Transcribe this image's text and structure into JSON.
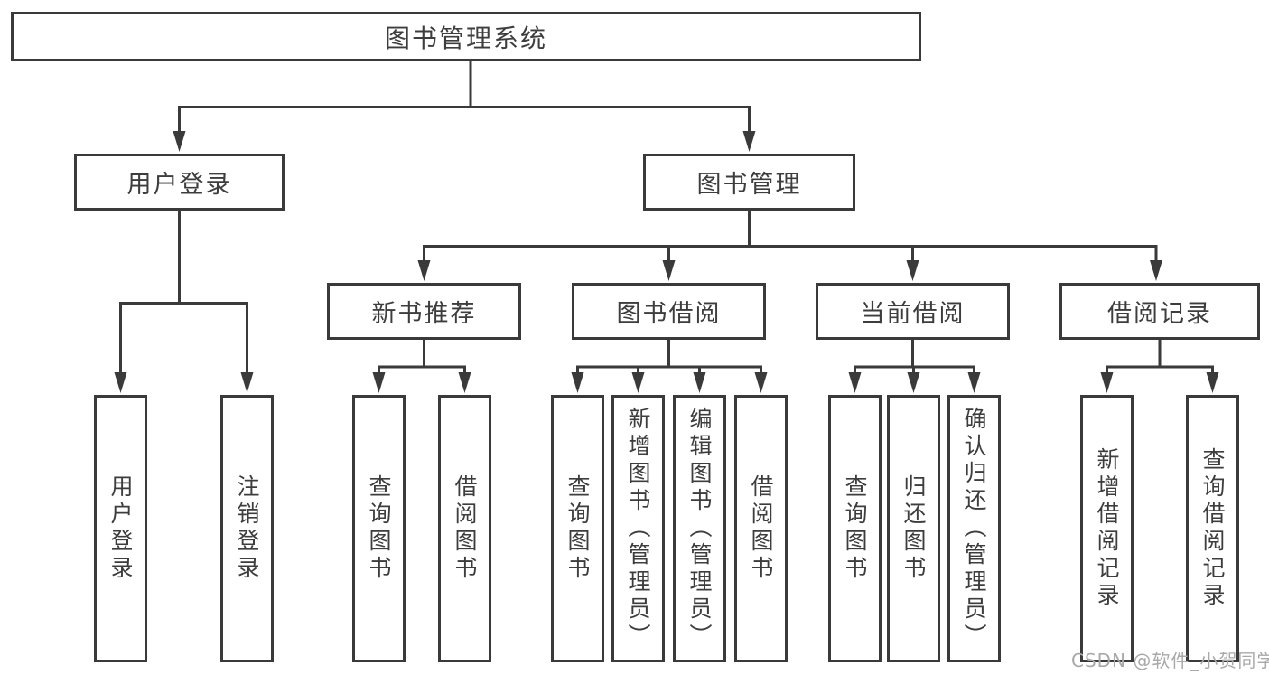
{
  "diagram": {
    "root": {
      "label": "图书管理系统"
    },
    "level1": [
      {
        "label": "用户登录",
        "children": [
          "用户登录",
          "注销登录"
        ]
      },
      {
        "label": "图书管理"
      }
    ],
    "level2": [
      {
        "label": "新书推荐",
        "children": [
          "查询图书",
          "借阅图书"
        ]
      },
      {
        "label": "图书借阅",
        "children": [
          "查询图书",
          "新增图书（管理员）",
          "编辑图书（管理员）",
          "借阅图书"
        ]
      },
      {
        "label": "当前借阅",
        "children": [
          "查询图书",
          "归还图书",
          "确认归还（管理员）"
        ]
      },
      {
        "label": "借阅记录",
        "children": [
          "新增借阅记录",
          "查询借阅记录"
        ]
      }
    ],
    "watermark": "CSDN @软件_小贺同学",
    "colors": {
      "line": "#3a3a3a",
      "text": "#3d3d3d",
      "watermark": "#a9a9a9",
      "background": "#ffffff"
    }
  }
}
